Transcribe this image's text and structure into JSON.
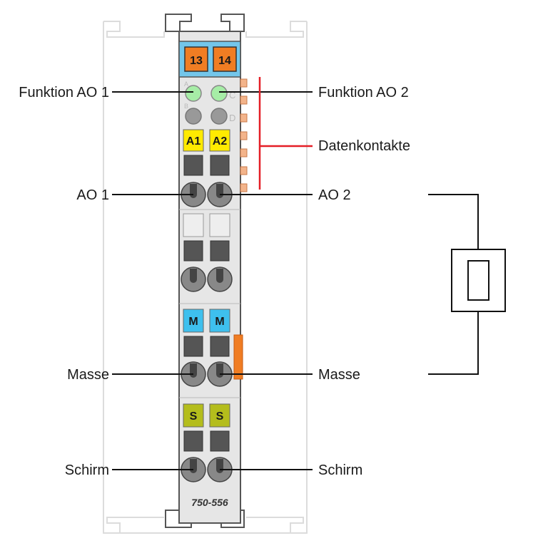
{
  "model_number": "750-556",
  "top_marks": [
    "13",
    "14"
  ],
  "led_side_letters": [
    "A",
    "B",
    "C",
    "D"
  ],
  "labels": {
    "funktion_ao1": "Funktion AO 1",
    "funktion_ao2": "Funktion AO 2",
    "datenkontakte": "Datenkontakte",
    "ao1": "AO 1",
    "ao2": "AO 2",
    "masse_left": "Masse",
    "masse_right": "Masse",
    "schirm_left": "Schirm",
    "schirm_right": "Schirm"
  },
  "terminal_marks": {
    "a1": "A1",
    "a2": "A2",
    "m_left": "M",
    "m_right": "M",
    "s_left": "S",
    "s_right": "S"
  },
  "colors": {
    "housing": "#e6e6e6",
    "top_bar": "#73c6ea",
    "orange_marker": "#f07d23",
    "led_green": "#a6eda6",
    "yellow": "#ffea00",
    "blue": "#3ec0ee",
    "olive": "#b4bd1c",
    "data_line": "#e41e26"
  }
}
